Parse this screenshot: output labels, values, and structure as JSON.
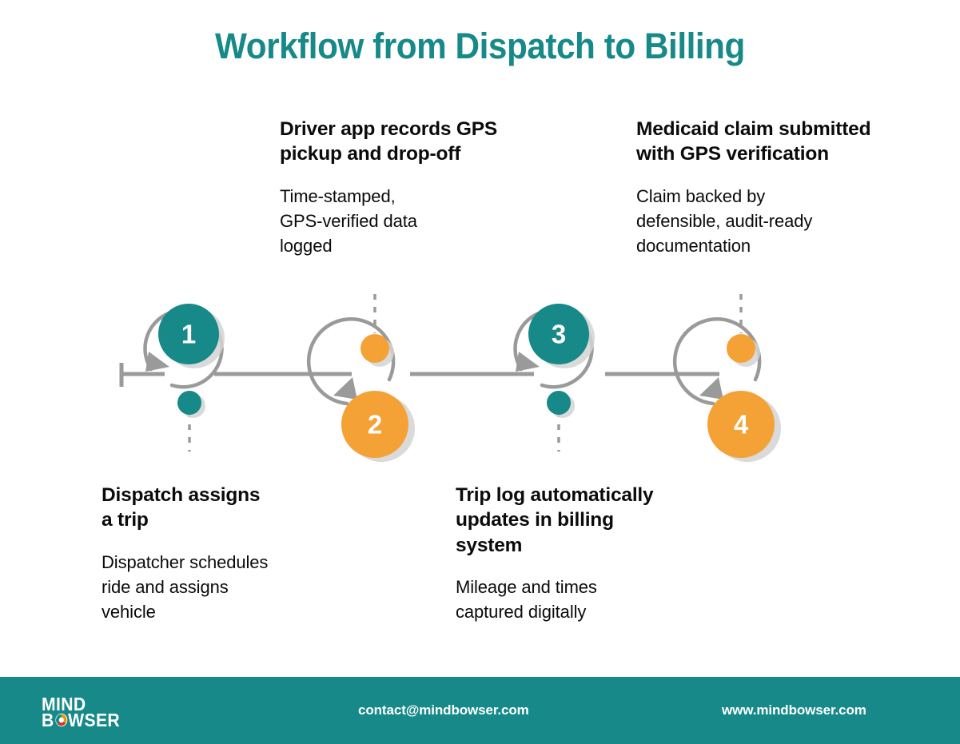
{
  "title": "Workflow from Dispatch to Billing",
  "colors": {
    "teal": "#178989",
    "orange": "#F4A236",
    "gray_line": "#9a9a9a",
    "shadow": "#d4d4d4",
    "text": "#0b0b0b",
    "footer_bg": "#178989",
    "white": "#ffffff"
  },
  "steps": [
    {
      "number": "1",
      "color": "teal",
      "position": "above",
      "heading": "Dispatch assigns\na trip",
      "body": "Dispatcher schedules\nride and assigns\nvehicle",
      "dot_color": "teal"
    },
    {
      "number": "2",
      "color": "orange",
      "position": "below",
      "heading": "Driver app records GPS\npickup and drop-off",
      "body": "Time-stamped,\nGPS-verified data\nlogged",
      "dot_color": "orange"
    },
    {
      "number": "3",
      "color": "teal",
      "position": "above",
      "heading": "Trip log automatically\nupdates in billing\nsystem",
      "body": "Mileage and times\ncaptured digitally",
      "dot_color": "teal"
    },
    {
      "number": "4",
      "color": "orange",
      "position": "below",
      "heading": "Medicaid claim submitted\nwith GPS verification",
      "body": "Claim backed by\ndefensible, audit-ready\ndocumentation",
      "dot_color": "orange"
    }
  ],
  "footer": {
    "logo_line_1": "MIND",
    "logo_line_2_pre": "B",
    "logo_line_2_post": "WSER",
    "logo_mark": "mindbowser-logo-mark",
    "email": "contact@mindbowser.com",
    "website": "www.mindbowser.com"
  }
}
